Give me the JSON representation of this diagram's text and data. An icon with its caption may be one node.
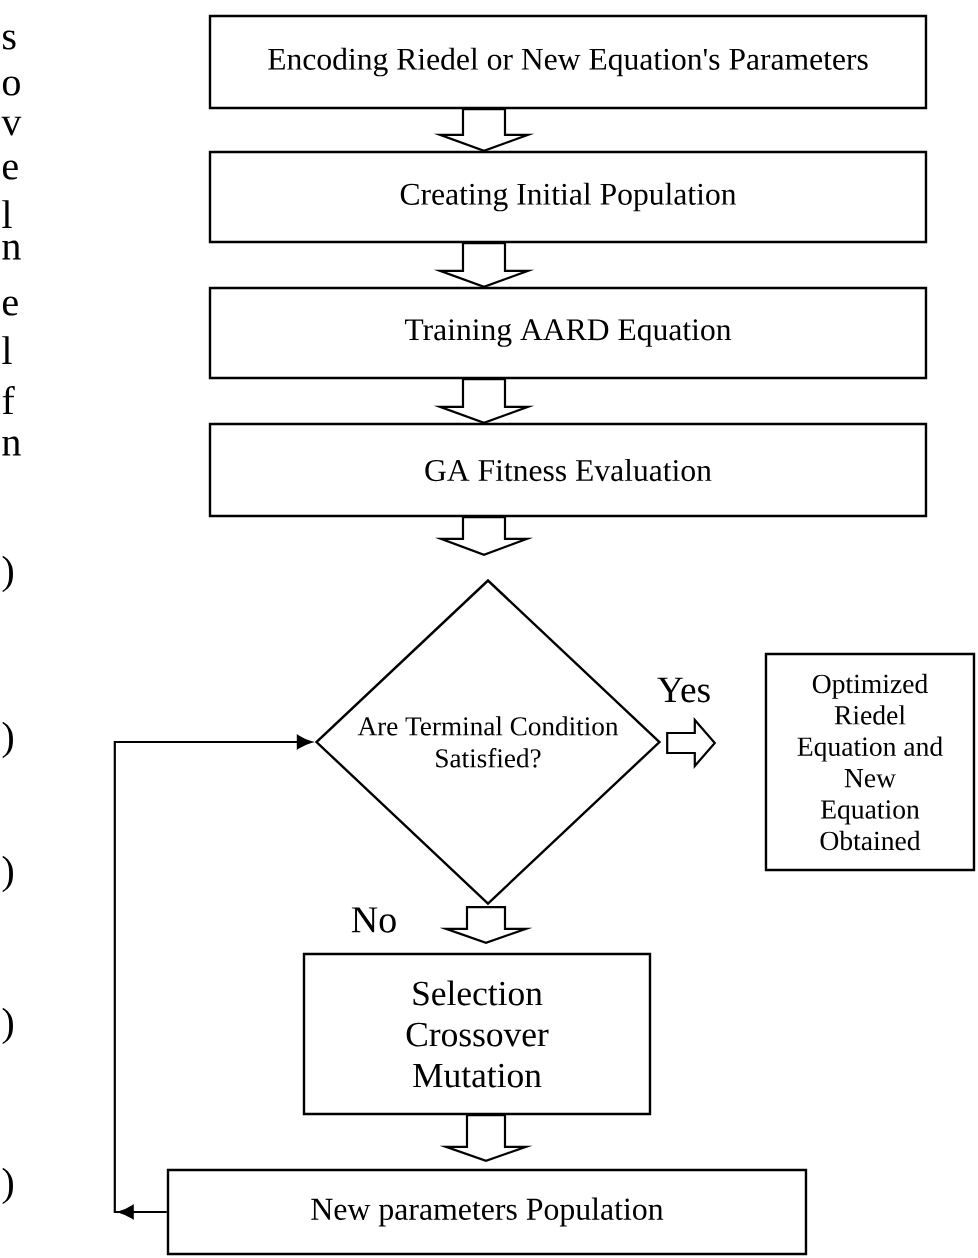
{
  "diagram": {
    "nodes": [
      {
        "text": [
          "Encoding Riedel or New Equation's Parameters"
        ]
      },
      {
        "text": [
          "Creating Initial Population"
        ]
      },
      {
        "text": [
          "Training AARD Equation"
        ]
      },
      {
        "text": [
          "GA Fitness Evaluation"
        ]
      },
      {
        "text": [
          "Are Terminal Condition Satisfied?"
        ]
      },
      {
        "text": [
          "Optimized Riedel Equation and New Equation Obtained"
        ]
      },
      {
        "text": [
          "Selection Crossover Mutation"
        ]
      },
      {
        "text": [
          "New parameters Population"
        ]
      }
    ],
    "edges": [
      {
        "from": 0,
        "to": 1,
        "arrow": "to"
      },
      {
        "from": 1,
        "to": 2,
        "arrow": "to"
      },
      {
        "from": 2,
        "to": 3,
        "arrow": "to"
      },
      {
        "from": 3,
        "to": 4,
        "arrow": "to"
      },
      {
        "from": 4,
        "to": 5,
        "arrow": "to",
        "label": "Yes"
      },
      {
        "from": 4,
        "to": 6,
        "arrow": "to",
        "label": "No"
      },
      {
        "from": 6,
        "to": 7,
        "arrow": "to"
      },
      {
        "from": 7,
        "to": 4,
        "arrow": "to"
      }
    ],
    "labels": [
      "s",
      "o",
      "v",
      "e",
      "l",
      "n",
      "e",
      "l",
      "f",
      "n",
      ")",
      ")",
      ")",
      ")",
      ")"
    ]
  }
}
